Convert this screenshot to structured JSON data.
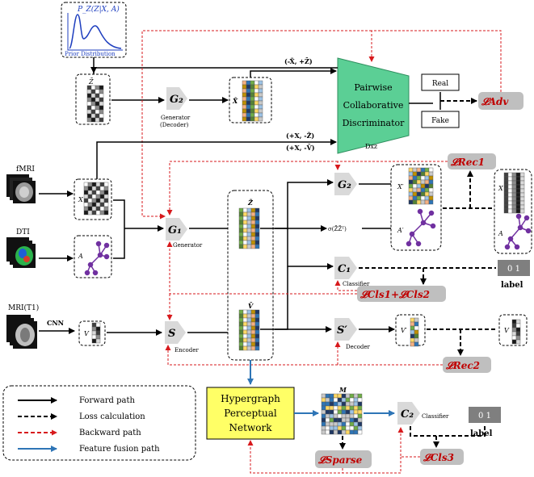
{
  "prior": {
    "formula": "P_Z(Z|X, A)",
    "caption": "Prior  Distribution"
  },
  "generator_top": {
    "label": "G₂",
    "caption_line1": "Generator",
    "caption_line2": "(Decoder)"
  },
  "discriminator": {
    "line1": "Pairwise",
    "line2": "Collaborative",
    "line3": "Discriminator",
    "caption": "Dxz",
    "real": "Real",
    "fake": "Fake"
  },
  "edge_labels": {
    "top": "(-X̃, +Z̄)",
    "mid1": "(+X, -Z̃)",
    "mid2": "(+X, -Ṽ)"
  },
  "matrices": {
    "z_bar": "Z̄",
    "x_tilde": "X̃",
    "z_tilde": "Z̃",
    "v_tilde": "Ṽ",
    "x": "X",
    "a": "A",
    "v": "V",
    "x_prime": "X′",
    "a_prime": "A′",
    "v_prime": "V′",
    "m": "M",
    "sigma": "σ(Z̃Z̃ᵀ)"
  },
  "modalities": {
    "fmri": "fMRI",
    "dti": "DTI",
    "mri": "MRI(T1)",
    "cnn": "CNN"
  },
  "modules": {
    "g1": "G₁",
    "g1_caption": "Generator",
    "s": "S",
    "s_caption": "Encoder",
    "g2_right": "G₂",
    "c1": "C₁",
    "c1_caption": "Classifier",
    "s_prime": "S′",
    "s_prime_caption": "Decoder",
    "c2": "C₂",
    "c2_caption": "Classifier"
  },
  "losses": {
    "adv": "𝓛Adv",
    "rec1": "𝓛Rec1",
    "cls12": "𝓛Cls1+𝓛Cls2",
    "rec2": "𝓛Rec2",
    "sparse": "𝓛Sparse",
    "cls3": "𝓛Cls3"
  },
  "label_boxes": {
    "value1": "0  1",
    "caption1": "label",
    "value2": "0  1",
    "caption2": "label"
  },
  "hypergraph": {
    "line1": "Hypergraph",
    "line2": "Perceptual",
    "line3": "Network"
  },
  "legend": {
    "items": [
      {
        "label": "Forward path",
        "style": "solid",
        "color": "#000000"
      },
      {
        "label": "Loss calculation",
        "style": "dashed",
        "color": "#000000"
      },
      {
        "label": "Backward path",
        "style": "dashed",
        "color": "#d7191c"
      },
      {
        "label": "Feature fusion path",
        "style": "solid",
        "color": "#2e75b6"
      }
    ]
  },
  "colors": {
    "discriminator": "#5bcf95",
    "hypergraph": "#ffff66",
    "loss_box": "#bfbfbf",
    "loss_text": "#c00000",
    "backward": "#d7191c",
    "fusion": "#2e75b6",
    "prior_curve": "#1f3fbf"
  }
}
